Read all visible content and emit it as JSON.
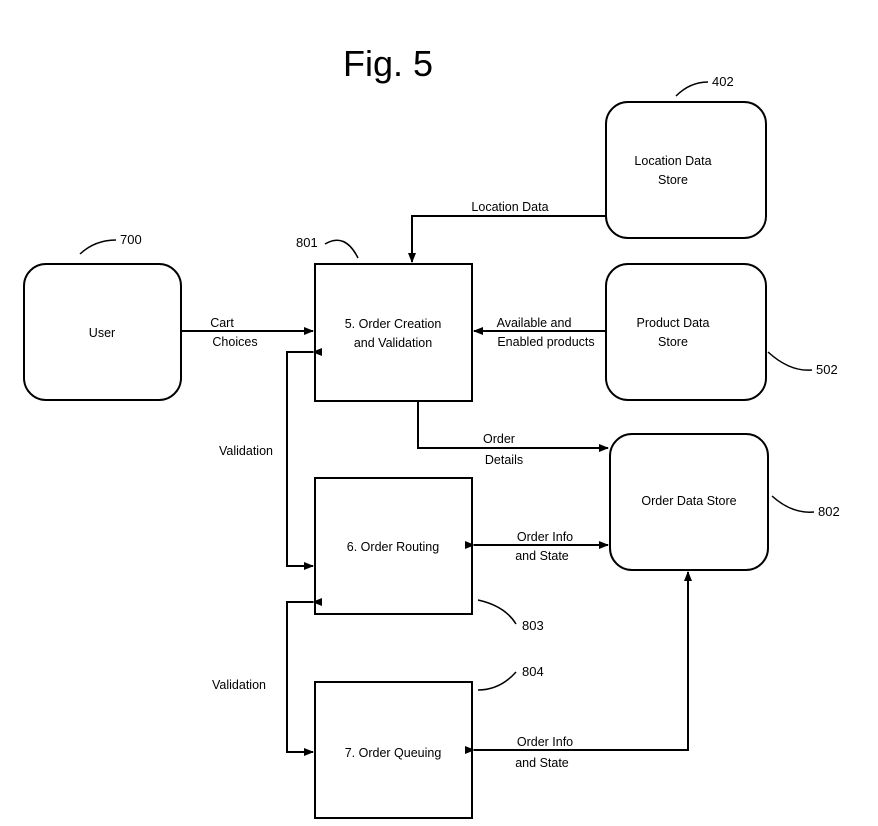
{
  "figure": {
    "title": "Fig. 5"
  },
  "nodes": {
    "user": {
      "label": "User",
      "ref": "700"
    },
    "location_store": {
      "label_line1": "Location Data",
      "label_line2": "Store",
      "ref": "402"
    },
    "product_store": {
      "label_line1": "Product Data",
      "label_line2": "Store",
      "ref": "502"
    },
    "order_store": {
      "label": "Order Data Store",
      "ref": "802"
    },
    "order_creation": {
      "label_line1": "5. Order Creation",
      "label_line2": "and Validation",
      "ref": "801"
    },
    "order_routing": {
      "label": "6. Order Routing",
      "ref": "803"
    },
    "order_queuing": {
      "label": "7. Order Queuing",
      "ref": "804"
    }
  },
  "edges": {
    "location_data": {
      "label": "Location Data"
    },
    "cart_choices": {
      "label_line1": "Cart",
      "label_line2": "Choices"
    },
    "available_products": {
      "label_line1": "Available and",
      "label_line2": "Enabled products"
    },
    "order_details": {
      "label_line1": "Order",
      "label_line2": "Details"
    },
    "validation_upper": {
      "label": "Validation"
    },
    "validation_lower": {
      "label": "Validation"
    },
    "routing_info": {
      "label_line1": "Order Info",
      "label_line2": "and State"
    },
    "queuing_info": {
      "label_line1": "Order Info",
      "label_line2": "and State"
    }
  }
}
